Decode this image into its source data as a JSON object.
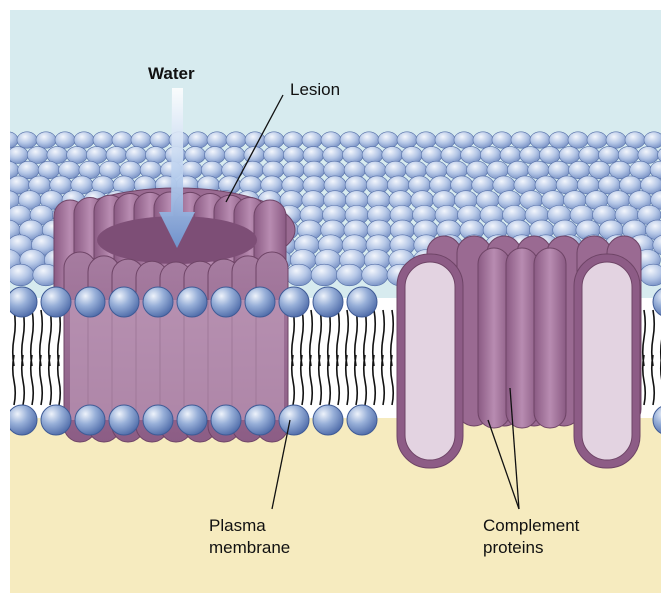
{
  "labels": {
    "water": "Water",
    "lesion": "Lesion",
    "plasma_line1": "Plasma",
    "plasma_line2": "membrane",
    "complement_line1": "Complement",
    "complement_line2": "proteins"
  },
  "colors": {
    "outer_bg": "#d7ebef",
    "inner_bg": "#f6ebbf",
    "bilayer_core": "#ffffff",
    "head_fill": "#6f8ec8",
    "head_hi": "#e6eefb",
    "protein_dark": "#8a5a83",
    "protein_mid": "#a07199",
    "protein_light": "#ddc9da",
    "arrow": "#8fb2df"
  }
}
